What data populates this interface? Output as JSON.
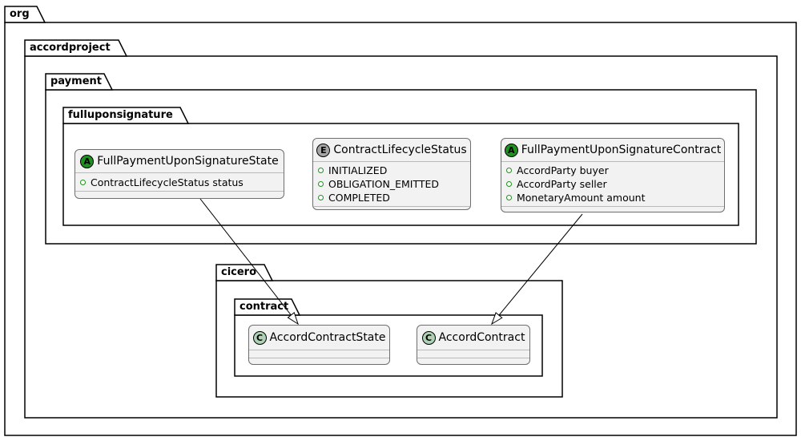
{
  "packages": {
    "org": {
      "label": "org"
    },
    "accordproject": {
      "label": "accordproject"
    },
    "payment": {
      "label": "payment"
    },
    "fulluponsignature": {
      "label": "fulluponsignature"
    },
    "cicero": {
      "label": "cicero"
    },
    "contract": {
      "label": "contract"
    }
  },
  "classes": {
    "fullPaymentUponSignatureState": {
      "badge": "A",
      "name": "FullPaymentUponSignatureState",
      "fields": [
        "ContractLifecycleStatus status"
      ]
    },
    "contractLifecycleStatus": {
      "badge": "E",
      "name": "ContractLifecycleStatus",
      "values": [
        "INITIALIZED",
        "OBLIGATION_EMITTED",
        "COMPLETED"
      ]
    },
    "fullPaymentUponSignatureContract": {
      "badge": "A",
      "name": "FullPaymentUponSignatureContract",
      "fields": [
        "AccordParty buyer",
        "AccordParty seller",
        "MonetaryAmount amount"
      ]
    },
    "accordContractState": {
      "badge": "C",
      "name": "AccordContractState"
    },
    "accordContract": {
      "badge": "C",
      "name": "AccordContract"
    }
  },
  "relations": [
    {
      "from": "FullPaymentUponSignatureState",
      "to": "AccordContractState",
      "type": "extends"
    },
    {
      "from": "FullPaymentUponSignatureContract",
      "to": "AccordContract",
      "type": "extends"
    }
  ],
  "colors": {
    "abstract_badge": "#1E911E",
    "enum_badge": "#A5A5A5",
    "class_badge": "#ADD1B2",
    "box_background": "#F2F2F2",
    "box_border": "#6E6E6E",
    "package_border": "#000000",
    "field_bullet": "#1E911E"
  }
}
